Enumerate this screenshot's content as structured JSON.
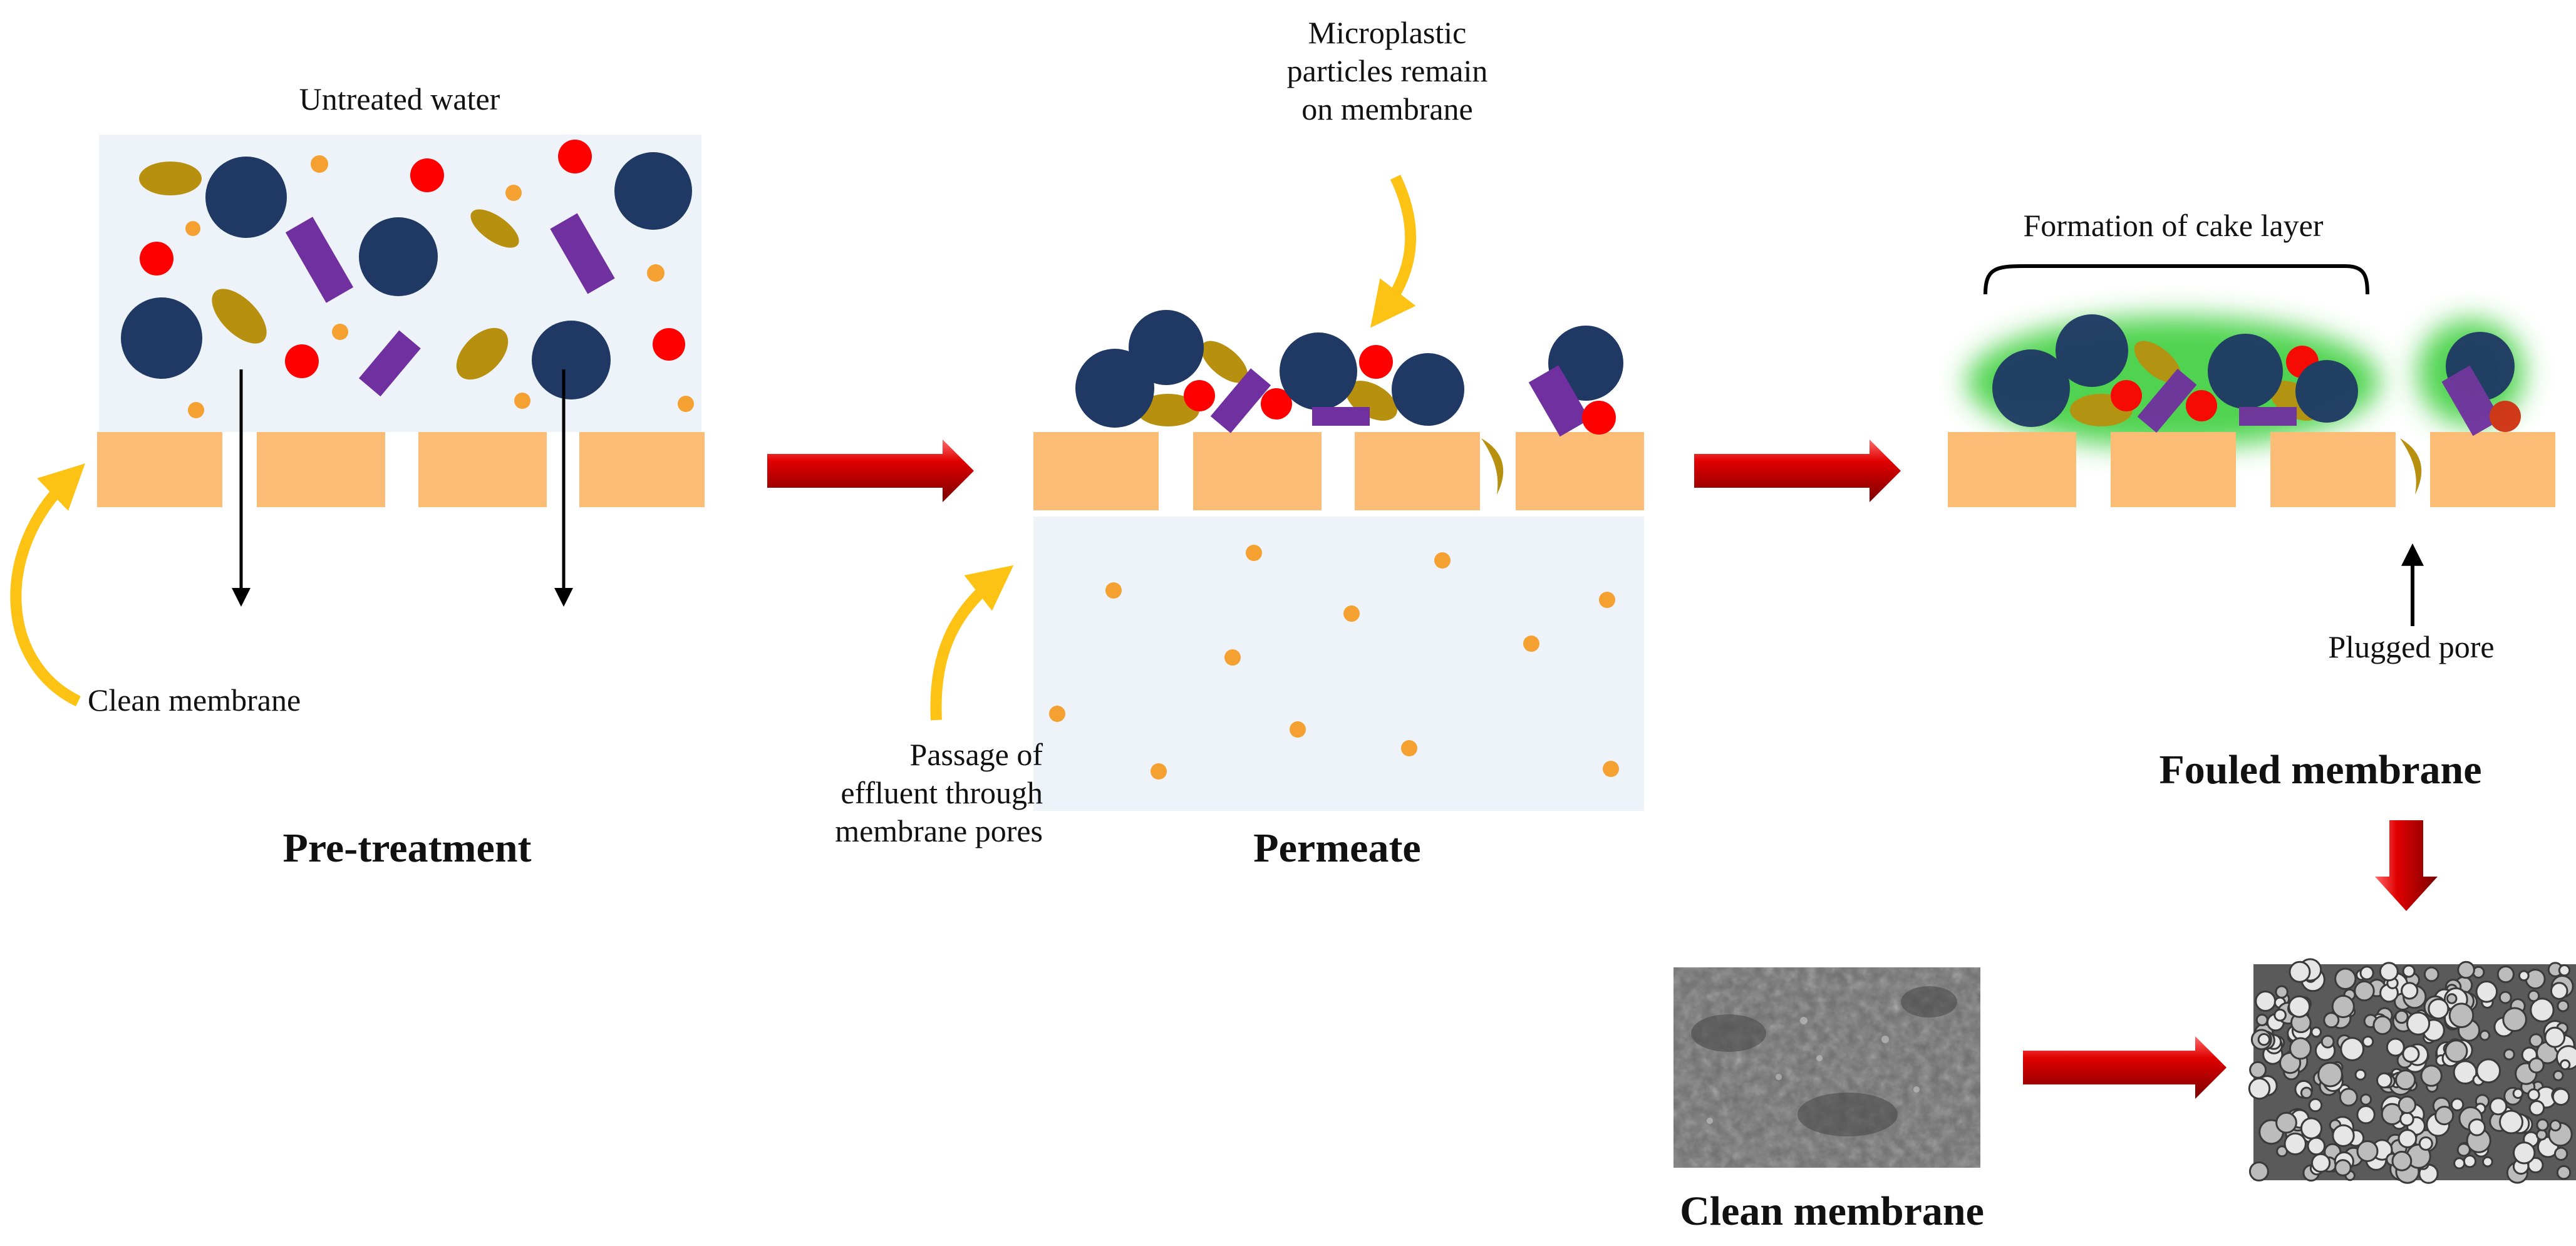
{
  "labels": {
    "untreated_water": "Untreated water",
    "clean_membrane_arrow": "Clean membrane",
    "pre_treatment": "Pre-treatment",
    "microplastic_remain": "Microplastic\nparticles remain\non membrane",
    "passage_effluent": "Passage of\neffluent through\nmembrane pores",
    "permeate": "Permeate",
    "cake_layer": "Formation of  cake layer",
    "plugged_pore": "Plugged pore",
    "fouled_membrane": "Fouled membrane",
    "clean_membrane_sem": "Clean membrane"
  },
  "colors": {
    "water": "#eef3f9",
    "membrane": "#fbbd75",
    "navy_particle": "#1f3864",
    "red_particle": "#ff0000",
    "purple_particle": "#7030a0",
    "olive_particle": "#b8900f",
    "orange_dot": "#f4a132",
    "yellow_arrow": "#fcc315",
    "red_arrow": "#c00000",
    "glow": "#33cc33"
  },
  "icons": {
    "process_arrow": "red-3d-arrow-icon",
    "callout_arrow": "yellow-curved-arrow-icon",
    "flow_arrow": "black-arrow-icon"
  }
}
